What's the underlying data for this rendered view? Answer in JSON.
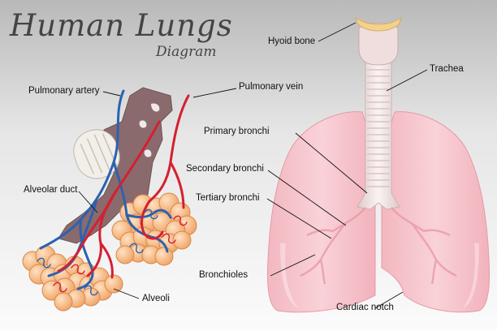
{
  "title": "Human Lungs",
  "subtitle": "Diagram",
  "labels": {
    "pulmonary_artery": "Pulmonary artery",
    "pulmonary_vein": "Pulmonary vein",
    "alveolar_duct": "Alveolar duct",
    "alveoli": "Alveoli",
    "hyoid_bone": "Hyoid bone",
    "trachea": "Trachea",
    "primary_bronchi": "Primary bronchi",
    "secondary_bronchi": "Secondary bronchi",
    "tertiary_bronchi": "Tertiary bronchi",
    "bronchioles": "Bronchioles",
    "cardiac_notch": "Cardiac notch"
  },
  "colors": {
    "lung": "#f6c3cb",
    "trachea": "#f1e4e4",
    "alveoli": "#f5b27a",
    "bronchus": "#8a6a6d",
    "artery": "#2b62b0",
    "vein": "#d42030"
  }
}
